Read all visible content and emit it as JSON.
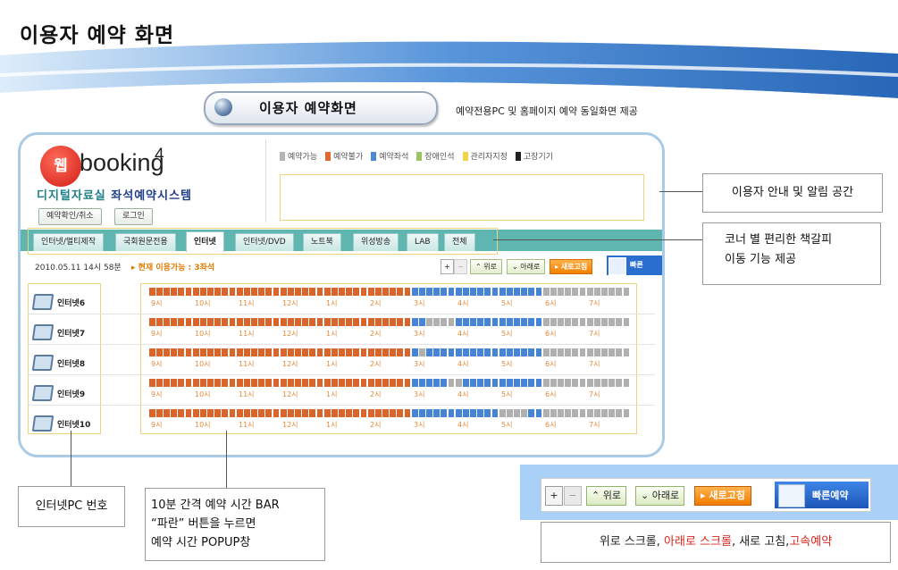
{
  "page_title": "이용자 예약 화면",
  "pill": {
    "title": "이용자 예약화면",
    "note": "예약전용PC 및 홈페이지 예약 동일화면 제공"
  },
  "app": {
    "logo_web": "웹",
    "logo_booking": "booking",
    "logo_version": "4",
    "subtitle_a": "디지털자료실",
    "subtitle_b": "좌석예약시스템",
    "btn_confirm": "예약확인/취소",
    "btn_login": "로그인",
    "legend": [
      {
        "label": "예약가능",
        "color": "#b5b5b5"
      },
      {
        "label": "예약불가",
        "color": "#e06a2c"
      },
      {
        "label": "예약좌석",
        "color": "#4c89d8"
      },
      {
        "label": "장애인석",
        "color": "#9cc460"
      },
      {
        "label": "관리자지정",
        "color": "#f0d54a"
      },
      {
        "label": "고장기기",
        "color": "#222222"
      }
    ],
    "tabs": [
      "인터넷/멀티제작",
      "국회원문전용",
      "인터넷",
      "인터넷/DVD",
      "노트북",
      "위성방송",
      "LAB",
      "전체"
    ],
    "active_tab": "인터넷",
    "datetime": "2010.05.11  14시  58분",
    "available_label": "현재 이용가능 : 3좌석",
    "toolbar": {
      "plus": "+",
      "minus": "−",
      "up": "위로",
      "down": "아래로",
      "refresh": "새로고침",
      "fast": "빠른"
    },
    "hours": [
      "9시",
      "10시",
      "11시",
      "12시",
      "1시",
      "2시",
      "3시",
      "4시",
      "5시",
      "6시",
      "7시"
    ],
    "pcs": [
      "인터넷6",
      "인터넷7",
      "인터넷8",
      "인터넷9",
      "인터넷10"
    ]
  },
  "colors": {
    "unavailable": "#d9652b",
    "reserved": "#4684d6",
    "available": "#b0b0b0",
    "accent": "#5fb6b0"
  },
  "callouts": {
    "notice": "이용자  안내 및 알림 공간",
    "corner_line1": "코너 별 편리한 책갈피",
    "corner_line2": "이동 기능 제공",
    "pc": "인터넷PC 번호",
    "bar_line1": "10분 간격 예약 시간 BAR",
    "bar_line2": "“파란” 버튼을 누르면",
    "bar_line3": "예약 시간 POPUP창"
  },
  "zoom": {
    "plus": "+",
    "minus": "−",
    "up": "위로",
    "down": "아래로",
    "refresh": "새로고침",
    "fast": "빠른예약",
    "cap_1": "위로 스크롤, ",
    "cap_2": "아래로 스크롤",
    "cap_3": ", 새로 고침,",
    "cap_4": "고속예약"
  }
}
